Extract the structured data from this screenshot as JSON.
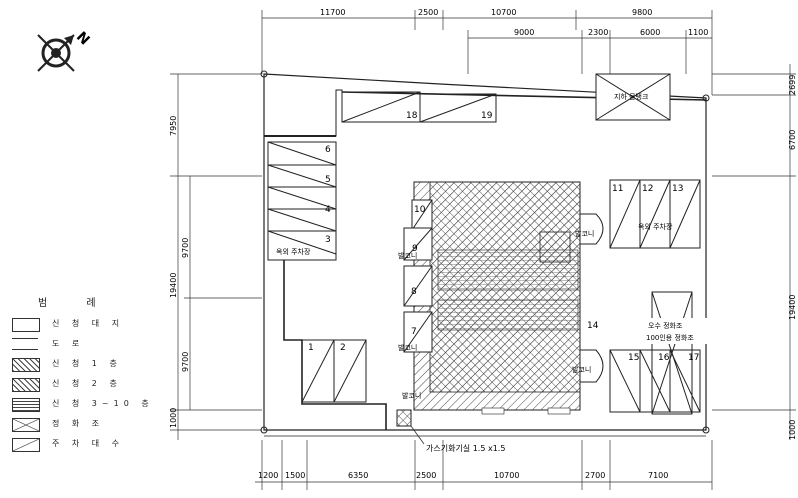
{
  "compass": {
    "north_label": "N"
  },
  "dims_top_row1": [
    "11700",
    "2500",
    "10700",
    "9800"
  ],
  "dims_top_row2": [
    "9000",
    "2300",
    "6000",
    "1100"
  ],
  "dims_bottom": [
    "1200",
    "1500",
    "6350",
    "2500",
    "10700",
    "2700",
    "7100"
  ],
  "dims_left_outer": [
    "7950",
    "19400",
    "1000"
  ],
  "dims_left_inner": [
    "9700",
    "9700"
  ],
  "dims_right": [
    "2699",
    "6700",
    "19400",
    "1000"
  ],
  "labels": {
    "tank_top": "지하 물탱크",
    "parking_left": "옥외 주차장",
    "parking_right": "옥외 주차장",
    "balcony": "발코니",
    "septic_line1": "오수 정화조",
    "septic_line2": "100인용 정화조",
    "gas_facility": "가스기화기실 1.5 x1.5"
  },
  "parking_numbers": [
    "1",
    "2",
    "3",
    "4",
    "5",
    "6",
    "7",
    "8",
    "9",
    "10",
    "11",
    "12",
    "13",
    "14",
    "15",
    "16",
    "17",
    "18",
    "19"
  ],
  "legend": {
    "title": "범 례",
    "items": [
      {
        "key": "site",
        "label": "신 청 대 지"
      },
      {
        "key": "road",
        "label": "도 로"
      },
      {
        "key": "floor1",
        "label": "신 청 1 층"
      },
      {
        "key": "floor2",
        "label": "신 청 2 층"
      },
      {
        "key": "floor310",
        "label": "신 청 3~10 층"
      },
      {
        "key": "septic",
        "label": "정 화 조"
      },
      {
        "key": "parking",
        "label": "주 차 대 수"
      }
    ]
  }
}
